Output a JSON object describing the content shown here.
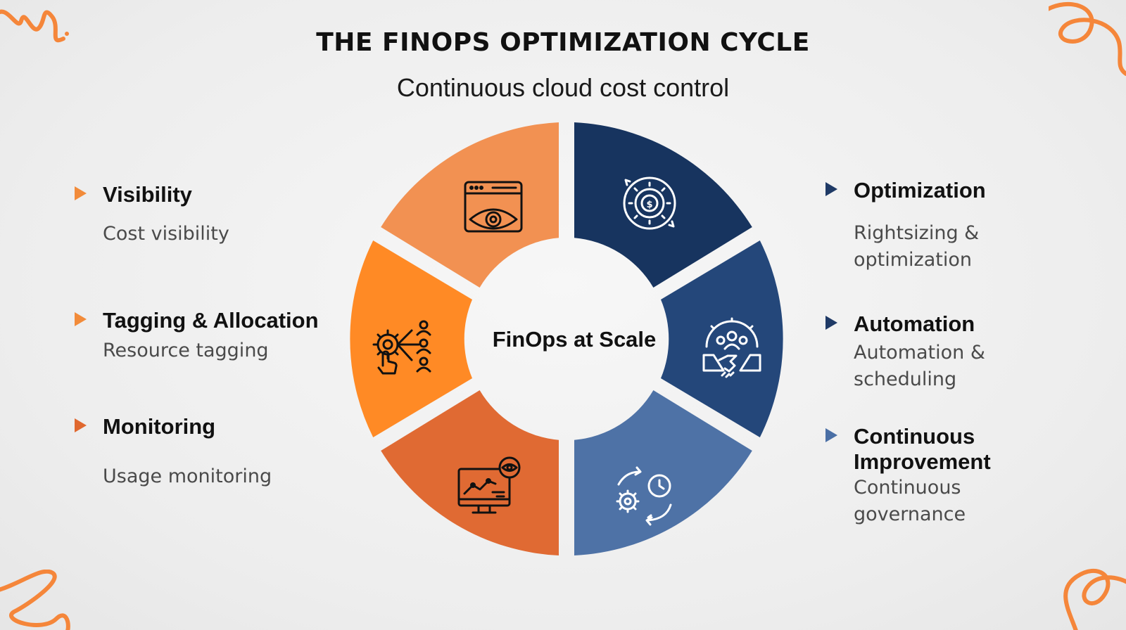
{
  "title": "THE FINOPS OPTIMIZATION CYCLE",
  "subtitle": "Continuous cloud cost control",
  "center_label": "FinOps at Scale",
  "colors": {
    "orange_light": "#f29152",
    "orange": "#ff8a25",
    "orange_dark": "#e06a33",
    "navy": "#17345f",
    "blue": "#24477a",
    "blue_light": "#4e72a6",
    "decor": "#f5863a"
  },
  "items": {
    "visibility": {
      "heading": "Visibility",
      "desc": "Cost visibility",
      "icon": "browser-eye-icon"
    },
    "tagging": {
      "heading": "Tagging & Allocation",
      "desc": "Resource tagging",
      "icon": "gear-users-hierarchy-icon"
    },
    "monitoring": {
      "heading": "Monitoring",
      "desc": "Usage monitoring",
      "icon": "monitor-chart-eye-icon"
    },
    "optimization": {
      "heading": "Optimization",
      "desc": "Rightsizing & optimization",
      "icon": "gear-dollar-cycle-icon"
    },
    "automation": {
      "heading": "Automation",
      "desc": "Automation & scheduling",
      "icon": "team-handshake-icon"
    },
    "improvement": {
      "heading": "Continuous Improvement",
      "desc": "Continuous governance",
      "icon": "gear-clock-cycle-icon"
    }
  }
}
